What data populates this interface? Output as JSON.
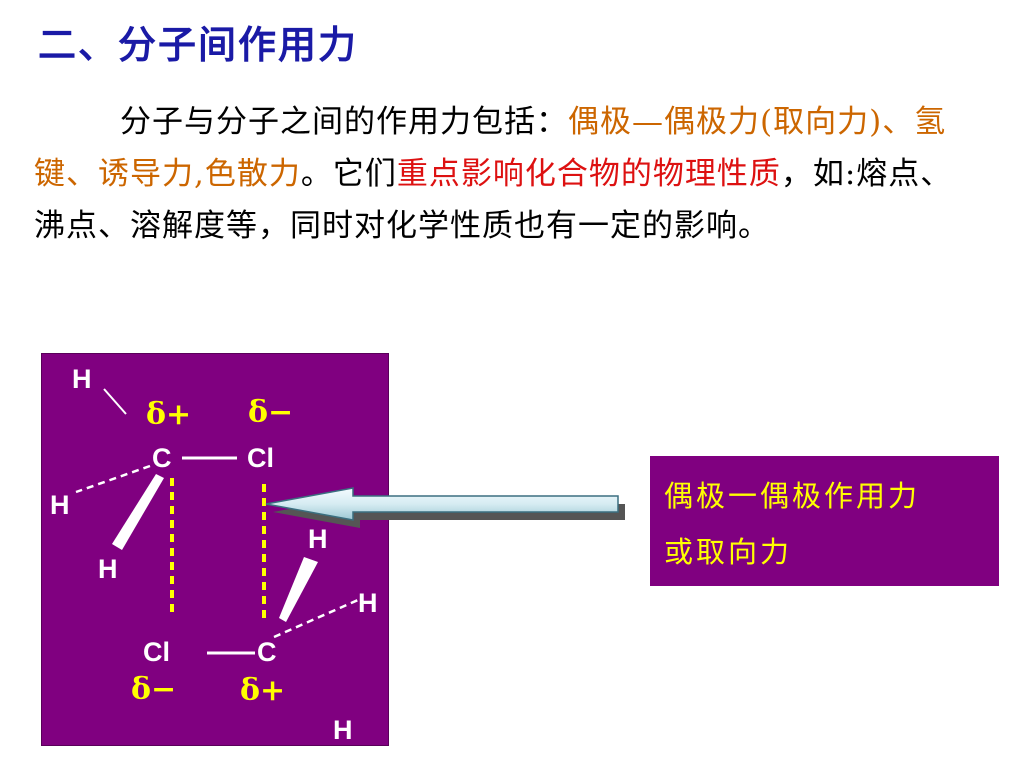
{
  "heading": "二、分子间作用力",
  "paragraph": {
    "part1": "分子与分子之间的作用力包括：",
    "part2": "偶极—偶极力(取向力)、氢键、诱导力,色散力",
    "part3": "。它们",
    "part4": "重点影响化合物的物理性质",
    "part5": "，如:熔点、沸点、溶解度等，同时对化学性质也有一定的影响。"
  },
  "molecule": {
    "atoms": {
      "h_top": "H",
      "c_top": "C",
      "cl_top": "Cl",
      "h_left": "H",
      "h_lower_left": "H",
      "h_right_upper": "H",
      "h_right": "H",
      "cl_bottom": "Cl",
      "c_bottom": "C",
      "h_bottom": "H"
    },
    "charges": {
      "delta_plus_top": "δ+",
      "delta_minus_top": "δ−",
      "delta_minus_bottom": "δ−",
      "delta_plus_bottom": "δ+"
    }
  },
  "label": {
    "line1": "偶极一偶极作用力",
    "line2": "或取向力"
  },
  "colors": {
    "title": "#1a1aa6",
    "panel": "#800080",
    "highlight_orange": "#cc6600",
    "highlight_red": "#dd1111",
    "charge_yellow": "#ffff00"
  }
}
